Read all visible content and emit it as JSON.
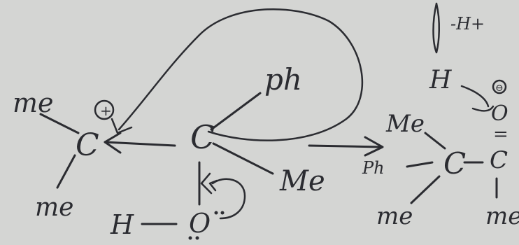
{
  "diagram": {
    "left_cation": {
      "center": "C",
      "charge": "+",
      "top_group": "me",
      "bottom_group": "me"
    },
    "middle_carbon": {
      "center": "C",
      "upper_group": "ph",
      "lower_group": "Me",
      "hydroxyl_h": "H",
      "hydroxyl_o": "O"
    },
    "right_product": {
      "elimination": "-H+",
      "hydrogen": "H",
      "oxygen": "O",
      "oxygen_charge": "⊖",
      "double_bond": "=",
      "carbonyl_c": "C",
      "central_c": "C",
      "top_group": "Me",
      "left_group": "Ph",
      "bottom_group": "me",
      "carbonyl_sub": "me"
    }
  }
}
